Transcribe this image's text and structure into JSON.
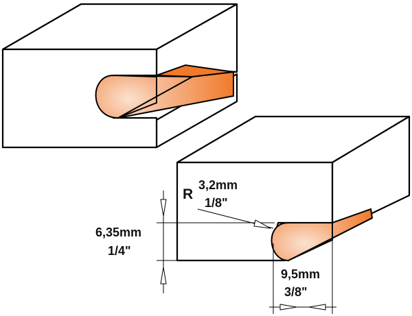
{
  "colors": {
    "stroke": "#000000",
    "face": "#ffffff",
    "groove_orange": "#f07a2a",
    "groove_light": "#f6b48a",
    "groove_highlight": "#fbe2d0"
  },
  "dimensions": {
    "radius_prefix": "R",
    "radius_metric": "3,2mm",
    "radius_imperial": "1/8\"",
    "height_metric": "6,35mm",
    "height_imperial": "1/4\"",
    "width_metric": "9,5mm",
    "width_imperial": "3/8\""
  }
}
